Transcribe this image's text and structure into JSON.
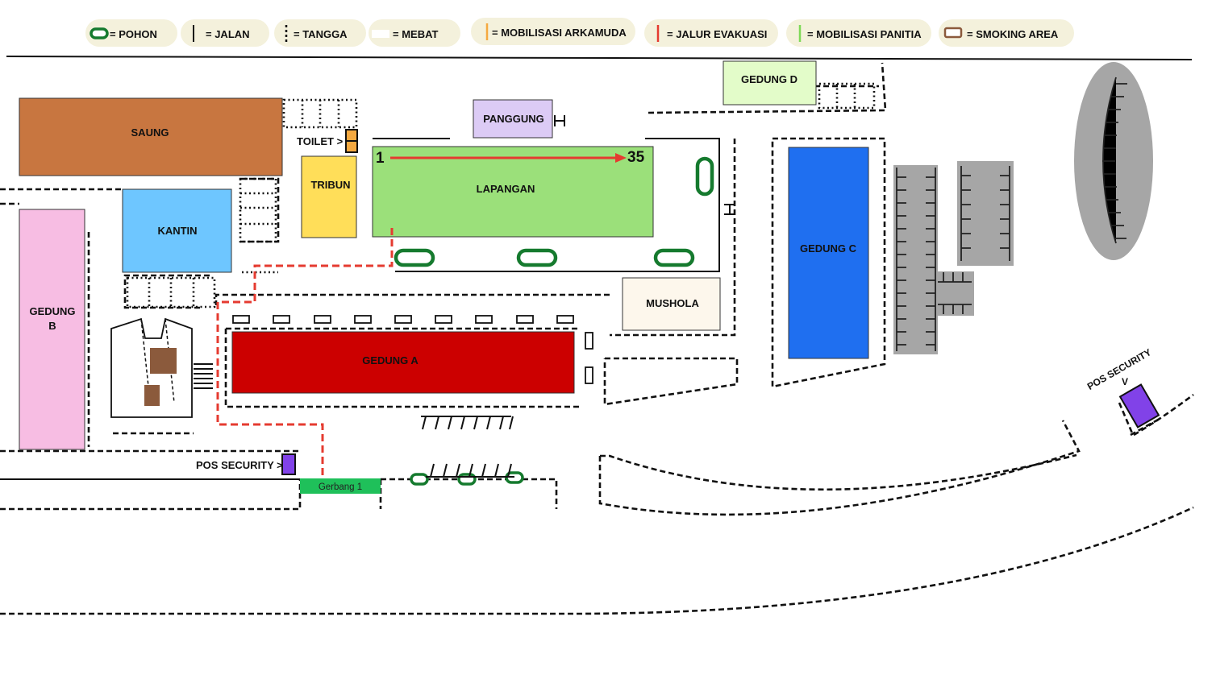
{
  "legend": [
    {
      "key": "pohon",
      "label": "= POHON"
    },
    {
      "key": "jalan",
      "label": "= JALAN"
    },
    {
      "key": "tangga",
      "label": "= TANGGA"
    },
    {
      "key": "mebat",
      "label": "= MEBAT"
    },
    {
      "key": "mobilisasi_arkamuda",
      "label": "= MOBILISASI ARKAMUDA"
    },
    {
      "key": "jalur_evakuasi",
      "label": "= JALUR EVAKUASI"
    },
    {
      "key": "mobilisasi_panitia",
      "label": "= MOBILISASI PANITIA"
    },
    {
      "key": "smoking_area",
      "label": "= SMOKING AREA"
    }
  ],
  "buildings": {
    "saung": "SAUNG",
    "kantin": "KANTIN",
    "gedung_b_line1": "GEDUNG",
    "gedung_b_line2": "B",
    "tribun": "TRIBUN",
    "toilet": "TOILET >",
    "panggung": "PANGGUNG",
    "lapangan": "LAPANGAN",
    "gedung_d": "GEDUNG D",
    "gedung_c": "GEDUNG C",
    "mushola": "MUSHOLA",
    "gedung_a": "GEDUNG A",
    "pos_security_left": "POS SECURITY >",
    "pos_security_right_line1": "POS SECURITY",
    "pos_security_right_line2": "V",
    "gerbang": "Gerbang 1"
  },
  "lapangan_row": {
    "start": "1",
    "end": "35"
  },
  "colors": {
    "saung": "#c87640",
    "kantin": "#6ec6ff",
    "gedung_b": "#f7bde3",
    "tribun": "#ffde59",
    "panggung": "#dccbf5",
    "lapangan": "#9be07a",
    "gedung_d": "#e3fcc9",
    "gedung_c": "#1f6ff0",
    "mushola": "#fdf7ec",
    "gedung_a": "#cc0000",
    "security": "#8142e8",
    "gerbang": "#1fc05a",
    "tree": "#157a2e",
    "evacuation": "#e53b30",
    "arkamuda": "#f5a940",
    "panitia": "#7ed957",
    "smoking": "#8b5a3c",
    "parking": "#a6a6a6",
    "legend_bg": "#f4f1dc"
  }
}
